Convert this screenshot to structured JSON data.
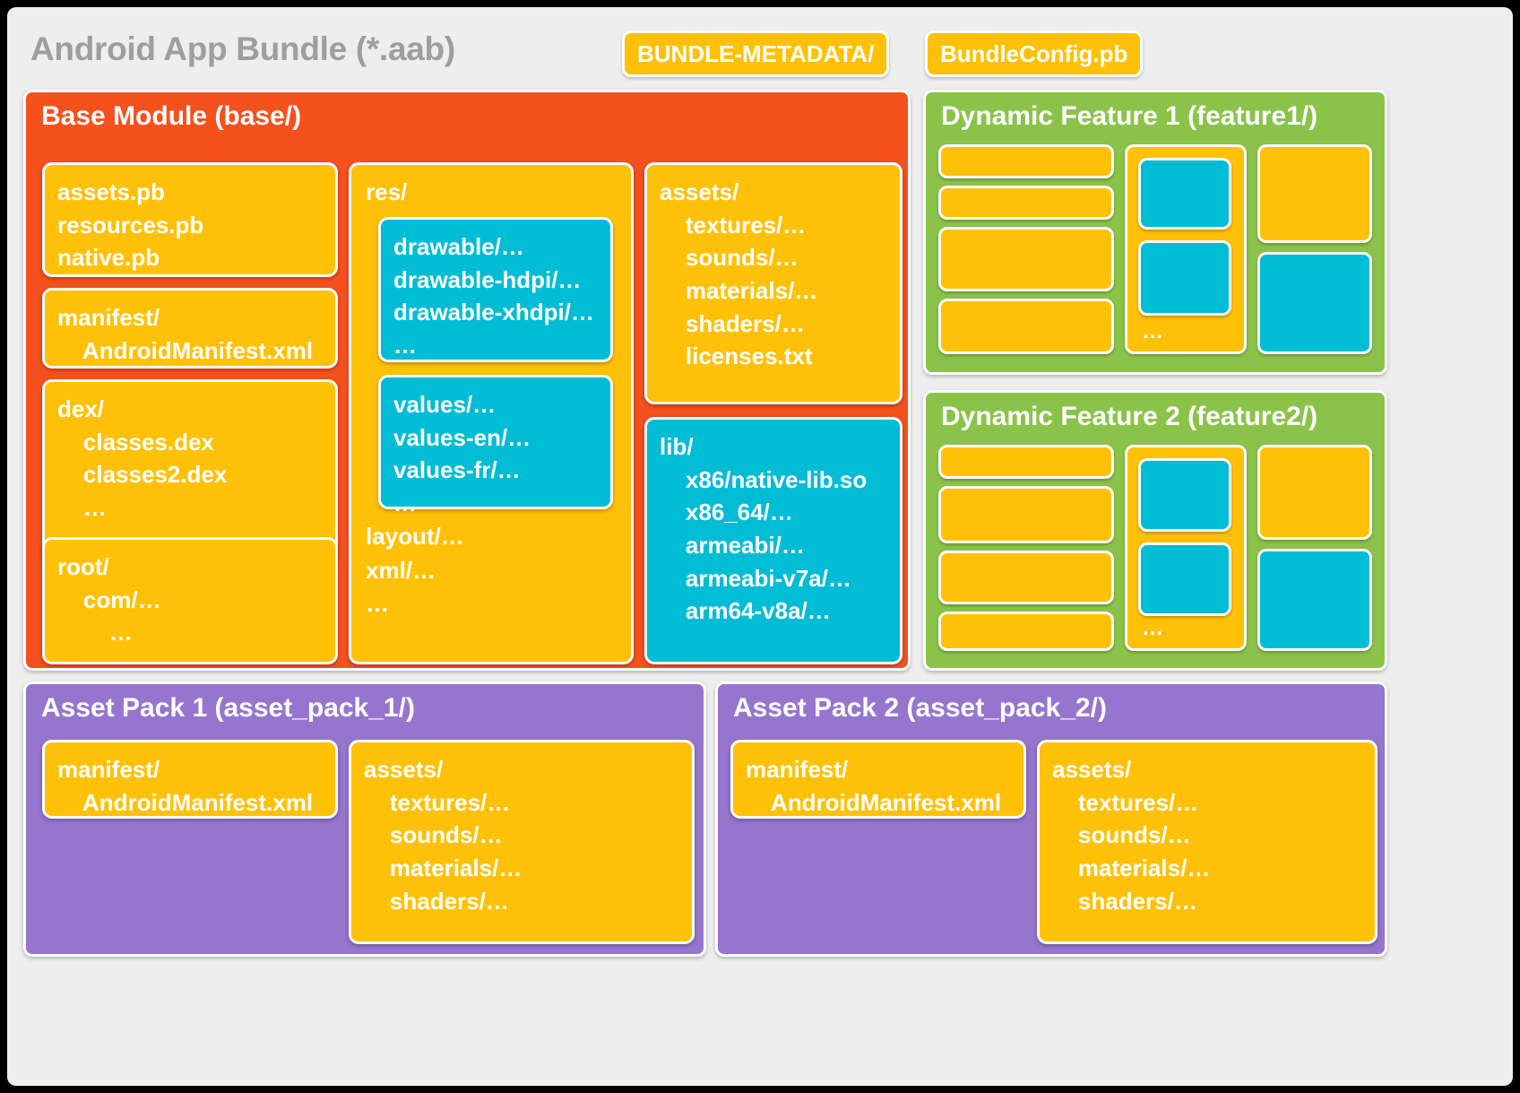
{
  "bundle": {
    "title": "Android App Bundle (*.aab)",
    "chips": [
      {
        "label": "BUNDLE-METADATA/"
      },
      {
        "label": "BundleConfig.pb"
      }
    ]
  },
  "base_module": {
    "title": "Base Module (base/)",
    "pb_files": "assets.pb\nresources.pb\nnative.pb",
    "manifest": "manifest/\n    AndroidManifest.xml",
    "dex": "dex/\n    classes.dex\n    classes2.dex\n    …",
    "root": "root/\n    com/…\n        …",
    "res_label": "res/",
    "res_drawable": "drawable/…\ndrawable-hdpi/…\ndrawable-xhdpi/…\n…",
    "res_values": "values/…\nvalues-en/…\nvalues-fr/…\n…",
    "res_tail": "layout/…\nxml/…\n…",
    "assets": "assets/\n    textures/…\n    sounds/…\n    materials/…\n    shaders/…\n    licenses.txt",
    "lib": "lib/\n    x86/native-lib.so\n    x86_64/…\n    armeabi/…\n    armeabi-v7a/…\n    arm64-v8a/…"
  },
  "features": [
    {
      "title": "Dynamic Feature 1 (feature1/)",
      "ellipsis": "…"
    },
    {
      "title": "Dynamic Feature 2 (feature2/)",
      "ellipsis": "…"
    }
  ],
  "asset_packs": [
    {
      "title": "Asset Pack 1 (asset_pack_1/)",
      "manifest": "manifest/\n    AndroidManifest.xml",
      "assets": "assets/\n    textures/…\n    sounds/…\n    materials/…\n    shaders/…"
    },
    {
      "title": "Asset Pack 2 (asset_pack_2/)",
      "manifest": "manifest/\n    AndroidManifest.xml",
      "assets": "assets/\n    textures/…\n    sounds/…\n    materials/…\n    shaders/…"
    }
  ],
  "colors": {
    "base_module": "#F4511E",
    "feature": "#8BC34A",
    "asset_pack": "#9575CD",
    "yellow": "#FFC107",
    "cyan": "#00BCD4",
    "page_bg": "#eeeeee",
    "title_text": "#9e9e9e"
  }
}
